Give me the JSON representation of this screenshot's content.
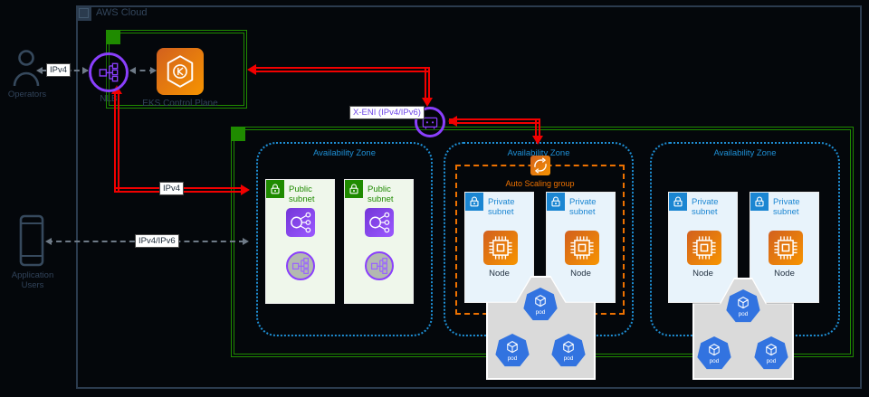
{
  "frame": {
    "title": "AWS Cloud",
    "icon": "aws-cloud-icon"
  },
  "actors": {
    "operators": {
      "label": "Operators",
      "icon": "person-icon"
    },
    "application_users": {
      "label": "Application Users",
      "icon": "mobile-client-icon"
    }
  },
  "control_plane": {
    "eks": {
      "label": "EKS Control Plane",
      "icon": "eks-icon"
    },
    "nlb": {
      "label": "NLB",
      "icon": "network-load-balancer-icon"
    }
  },
  "eni": {
    "label": "X-ENI (IPv4/IPv6)",
    "icon": "elastic-network-interface-icon"
  },
  "connectors": {
    "operators_to_nlb": {
      "label": "IPv4"
    },
    "nlb_to_public_subnet": {
      "label": "IPv4"
    },
    "users_to_public_subnet": {
      "label": "IPv4/IPv6"
    }
  },
  "vpc": {
    "azs": [
      {
        "label": "Availability Zone",
        "subnets": [
          {
            "label": "Public subnet",
            "icons": [
              "elastic-load-balancing-icon",
              "load-balancer-listener-icon"
            ]
          },
          {
            "label": "Public subnet",
            "icons": [
              "elastic-load-balancing-icon",
              "load-balancer-listener-icon"
            ]
          }
        ]
      },
      {
        "label": "Availability Zone",
        "asg_label": "Auto Scaling group",
        "subnets": [
          {
            "label": "Private subnet",
            "node_label": "Node"
          },
          {
            "label": "Private subnet",
            "node_label": "Node"
          }
        ]
      },
      {
        "label": "Availability Zone",
        "subnets": [
          {
            "label": "Private subnet",
            "node_label": "Node"
          },
          {
            "label": "Private subnet",
            "node_label": "Node"
          }
        ]
      }
    ]
  },
  "pod": {
    "label": "pod",
    "icon": "kubernetes-pod-icon"
  },
  "colors": {
    "accent_red": "#f20000",
    "vpc_green": "#1f8b00",
    "az_blue": "#1e8fd5",
    "private_blue": "#1b86d2",
    "asg_orange": "#ed7100",
    "aws_purple": "#8a3ffc",
    "compute_orange": "#ed7100",
    "k8s_pod_blue": "#3273e0",
    "frame_navy": "#2b3b4e"
  }
}
